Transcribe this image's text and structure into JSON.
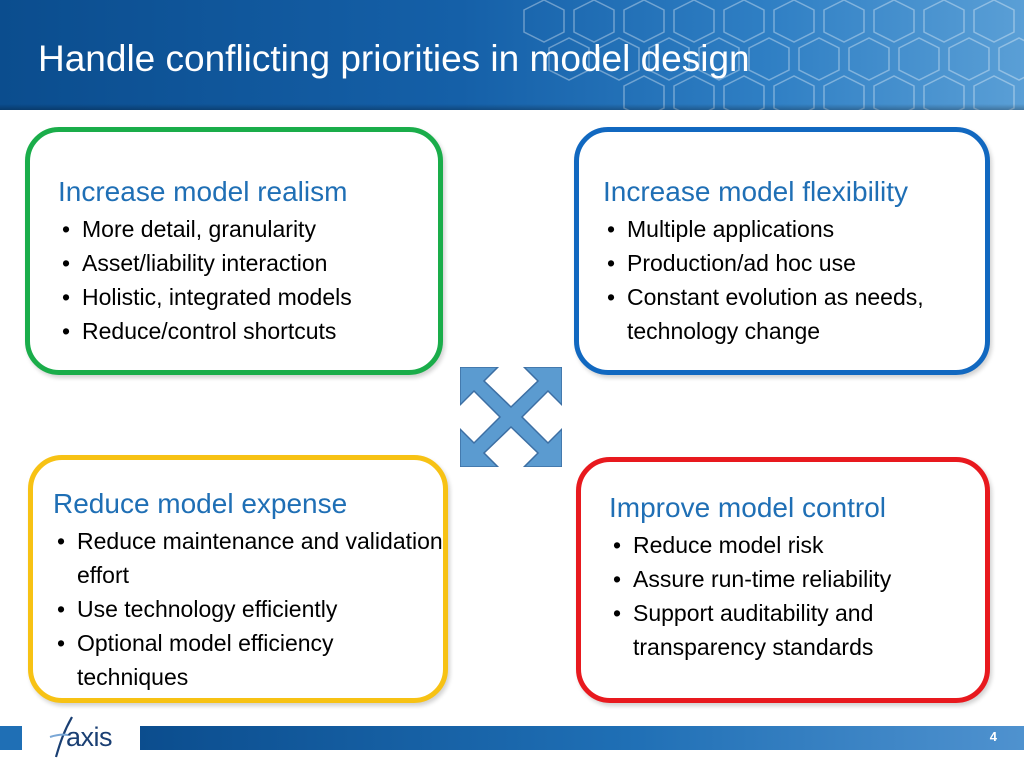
{
  "slide": {
    "title": "Handle conflicting priorities in model design",
    "page_number": "4"
  },
  "colors": {
    "header_blue": "#0b4d8e",
    "heading_text": "#1f6fb5",
    "realism_border": "#1aad4a",
    "flexibility_border": "#1168c0",
    "expense_border": "#f7c214",
    "control_border": "#e8191e"
  },
  "boxes": {
    "realism": {
      "heading": "Increase model realism",
      "items": [
        "More detail, granularity",
        "Asset/liability interaction",
        "Holistic, integrated models",
        "Reduce/control shortcuts"
      ]
    },
    "flexibility": {
      "heading": "Increase model flexibility",
      "items": [
        "Multiple applications",
        "Production/ad hoc use",
        "Constant evolution as needs, technology change"
      ]
    },
    "expense": {
      "heading": "Reduce model expense",
      "items": [
        "Reduce maintenance and validation effort",
        "Use technology efficiently",
        "Optional model efficiency techniques"
      ]
    },
    "control": {
      "heading": "Improve model control",
      "items": [
        "Reduce model risk",
        "Assure run-time reliability",
        "Support auditability and transparency standards"
      ]
    }
  },
  "center_icon": "four-way-arrows-icon",
  "logo": {
    "text": "axis",
    "icon": "axis-logo-icon"
  }
}
